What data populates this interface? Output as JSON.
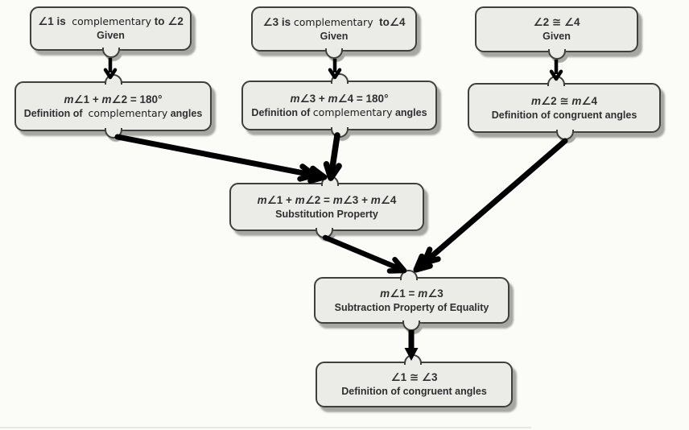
{
  "style": {
    "page_color": "#fbfbf8",
    "box_fill": "#ebebe8",
    "box_border": "#3f3f3d",
    "box_shadow": "#a6a6a2",
    "text_color": "#2f2f2f",
    "arrow_color": "#000000"
  },
  "diagram_type": "flow-proof",
  "boxes": [
    {
      "id": "given-1",
      "statement": [
        {
          "t": "∠1 is  "
        },
        {
          "t": "complementary",
          "c": "edit"
        },
        {
          "t": " to ∠2"
        }
      ],
      "reason": [
        {
          "t": "Given"
        }
      ]
    },
    {
      "id": "given-2",
      "statement": [
        {
          "t": "∠3 is "
        },
        {
          "t": "complementary",
          "c": "edit"
        },
        {
          "t": "  to∠4"
        }
      ],
      "reason": [
        {
          "t": "Given"
        }
      ]
    },
    {
      "id": "given-3",
      "statement": [
        {
          "t": "∠2 ≅ ∠4"
        }
      ],
      "reason": [
        {
          "t": "Given"
        }
      ]
    },
    {
      "id": "def-complementary-1",
      "statement": [
        {
          "t": "m",
          "c": "it"
        },
        {
          "t": "∠1 + "
        },
        {
          "t": "m",
          "c": "it"
        },
        {
          "t": "∠2 = 180°"
        }
      ],
      "reason": [
        {
          "t": "Definition of  "
        },
        {
          "t": "complementary",
          "c": "edit"
        },
        {
          "t": " angles"
        }
      ]
    },
    {
      "id": "def-complementary-2",
      "statement": [
        {
          "t": "m",
          "c": "it"
        },
        {
          "t": "∠3 + "
        },
        {
          "t": "m",
          "c": "it"
        },
        {
          "t": "∠4 = 180°"
        }
      ],
      "reason": [
        {
          "t": "Definition of "
        },
        {
          "t": "complementary",
          "c": "edit"
        },
        {
          "t": " angles"
        }
      ]
    },
    {
      "id": "def-congruent-2-4",
      "statement": [
        {
          "t": "m",
          "c": "it"
        },
        {
          "t": "∠2 ≅ "
        },
        {
          "t": "m",
          "c": "it"
        },
        {
          "t": "∠4"
        }
      ],
      "reason": [
        {
          "t": "Definition of congruent angles"
        }
      ]
    },
    {
      "id": "substitution",
      "statement": [
        {
          "t": "m",
          "c": "it"
        },
        {
          "t": "∠1 + "
        },
        {
          "t": "m",
          "c": "it"
        },
        {
          "t": "∠2 = "
        },
        {
          "t": "m",
          "c": "it"
        },
        {
          "t": "∠3 + "
        },
        {
          "t": "m",
          "c": "it"
        },
        {
          "t": "∠4"
        }
      ],
      "reason": [
        {
          "t": "Substitution Property"
        }
      ]
    },
    {
      "id": "subtraction",
      "statement": [
        {
          "t": "m",
          "c": "it"
        },
        {
          "t": "∠1 = "
        },
        {
          "t": "m",
          "c": "it"
        },
        {
          "t": "∠3"
        }
      ],
      "reason": [
        {
          "t": "Subtraction Property of Equality"
        }
      ]
    },
    {
      "id": "def-congruent-1-3",
      "statement": [
        {
          "t": "∠1 ≅ ∠3"
        }
      ],
      "reason": [
        {
          "t": "Definition of congruent angles"
        }
      ]
    }
  ]
}
